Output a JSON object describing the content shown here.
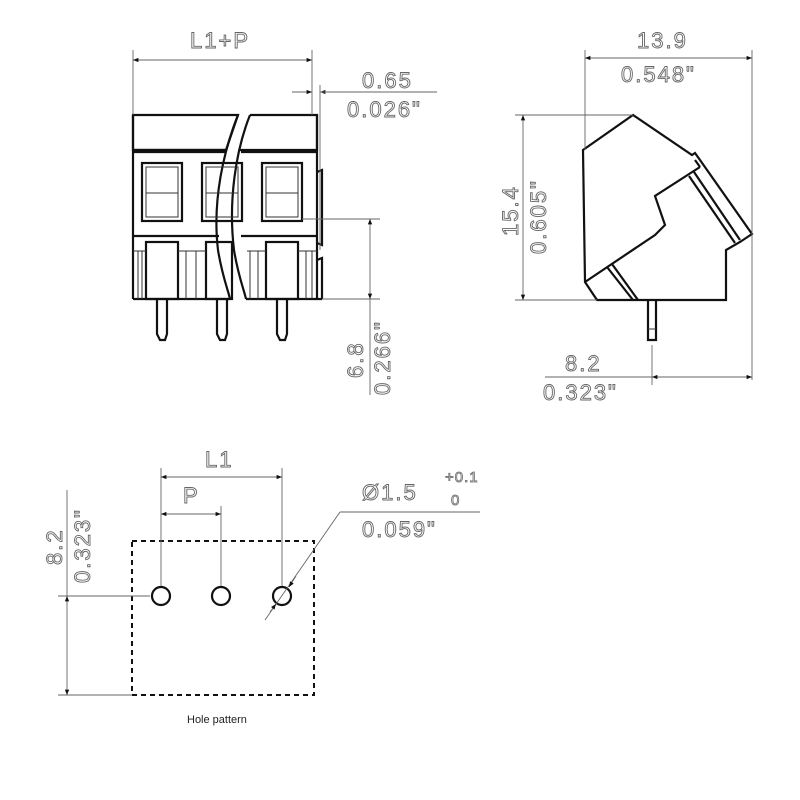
{
  "front_view": {
    "width_label": "L1+P",
    "offset_mm": "0.65",
    "offset_in": "0.026\"",
    "pin_length_mm": "6.8",
    "pin_length_in": "0.266\""
  },
  "side_view": {
    "depth_mm": "13.9",
    "depth_in": "0.548\"",
    "height_mm": "15.4",
    "height_in": "0.605\"",
    "pin_offset_mm": "8.2",
    "pin_offset_in": "0.323\""
  },
  "hole_pattern": {
    "pitch_total_label": "L1",
    "pitch_label": "P",
    "vertical_mm": "8.2",
    "vertical_in": "0.323\"",
    "hole_diameter_mm": "Ø1.5",
    "tolerance_upper": "+0.1",
    "tolerance_lower": "0",
    "hole_diameter_in": "0.059\"",
    "caption": "Hole pattern"
  },
  "colors": {
    "outline": "#111111",
    "dimension": "#666666",
    "background": "#ffffff"
  }
}
